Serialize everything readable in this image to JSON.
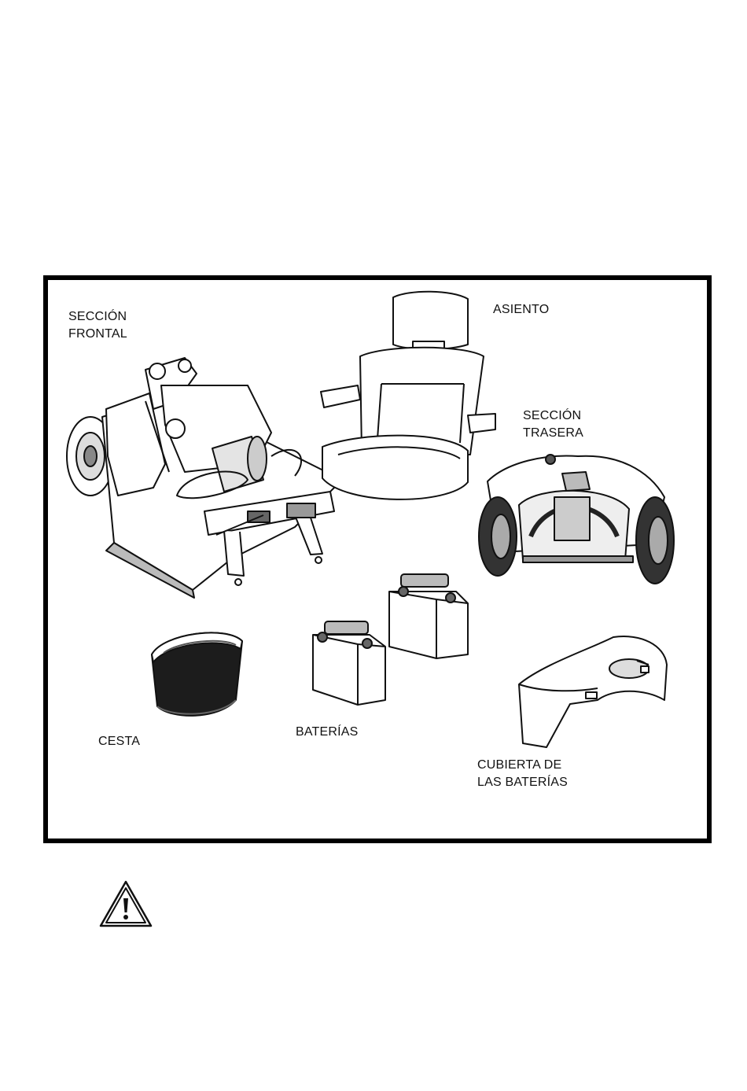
{
  "labels": {
    "front_section": "SECCIÓN\nFRONTAL",
    "seat": "ASIENTO",
    "rear_section": "SECCIÓN\nTRASERA",
    "basket": "CESTA",
    "batteries": "BATERÍAS",
    "battery_cover": "CUBIERTA DE\nLAS BATERÍAS"
  },
  "icons": {
    "warning": "warning-triangle-icon"
  }
}
